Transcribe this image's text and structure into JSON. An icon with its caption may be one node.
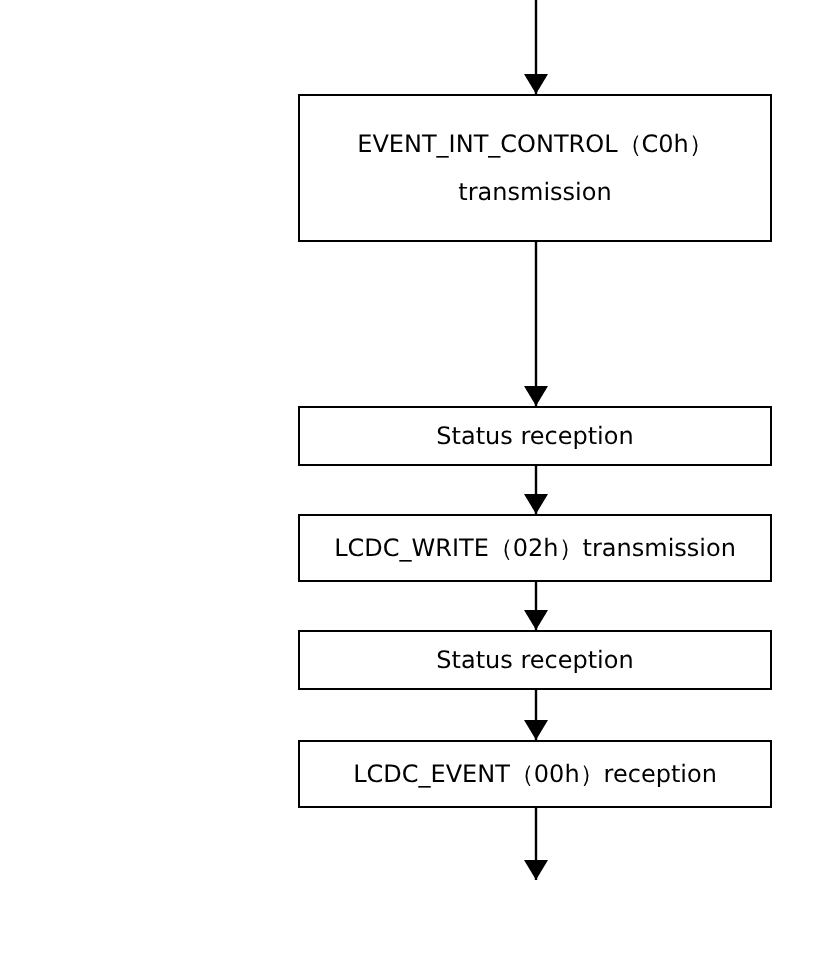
{
  "diagram": {
    "nodes": [
      {
        "text": [
          "EVENT_INT_CONTROL（C0h） transmission"
        ]
      },
      {
        "text": [
          "Status reception"
        ]
      },
      {
        "text": [
          "LCDC_WRITE（02h）transmission"
        ]
      },
      {
        "text": [
          "Status reception"
        ]
      },
      {
        "text": [
          "LCDC_EVENT（00h）reception"
        ]
      }
    ],
    "edges": [
      {
        "from": null,
        "to": 0,
        "arrow": "to"
      },
      {
        "from": 0,
        "to": 1,
        "arrow": "to"
      },
      {
        "from": 1,
        "to": 2,
        "arrow": "to"
      },
      {
        "from": 2,
        "to": 3,
        "arrow": "to"
      },
      {
        "from": 3,
        "to": 4,
        "arrow": "to"
      },
      {
        "from": 4,
        "to": null,
        "arrow": "to"
      }
    ]
  }
}
